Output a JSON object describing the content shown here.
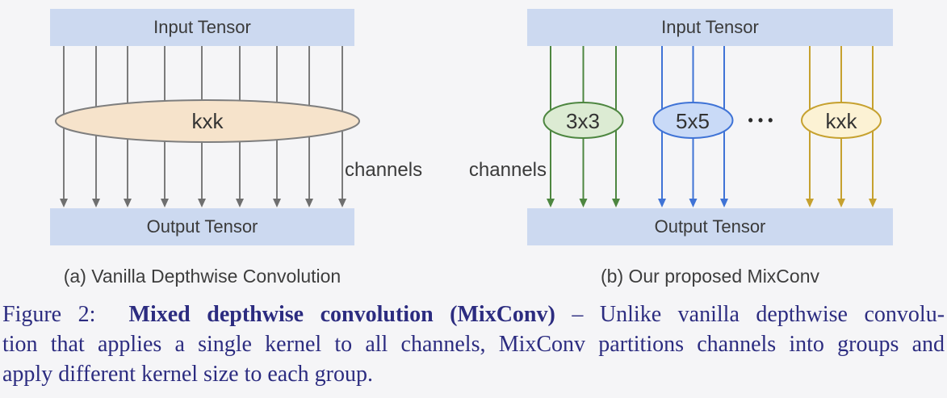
{
  "background_color": "#f5f5f7",
  "tensor_box_color": "#ccd9f0",
  "diagram_text_color": "#3a3a3a",
  "panel_a": {
    "input_label": "Input Tensor",
    "output_label": "Output Tensor",
    "kernel_label": "kxk",
    "channels_label": "channels",
    "subcaption": "(a) Vanilla Depthwise Convolution",
    "num_channels": 9,
    "arrow_color": "#7b7b7b",
    "kernel_fill": "#f6e3cb",
    "kernel_stroke": "#7e7e7e"
  },
  "panel_b": {
    "input_label": "Input Tensor",
    "output_label": "Output Tensor",
    "channels_label": "channels",
    "subcaption": "(b) Our proposed MixConv",
    "ellipsis": "•••",
    "groups": [
      {
        "kernel_label": "3x3",
        "stroke": "#4d8640",
        "fill": "#dcebd3",
        "num_channels": 3
      },
      {
        "kernel_label": "5x5",
        "stroke": "#3f73d6",
        "fill": "#c9daf7",
        "num_channels": 3
      },
      {
        "kernel_label": "kxk",
        "stroke": "#c6a12f",
        "fill": "#fcf2d4",
        "num_channels": 3
      }
    ]
  },
  "caption": {
    "figure_label": "Figure 2:",
    "bold_text": "Mixed depthwise convolution (MixConv)",
    "line1_rest": "– Unlike vanilla depthwise convolu-",
    "line2": "tion that applies a single kernel to all channels, MixConv partitions channels into groups and",
    "line3": "apply different kernel size to each group.",
    "text_color": "#2c2c80"
  }
}
